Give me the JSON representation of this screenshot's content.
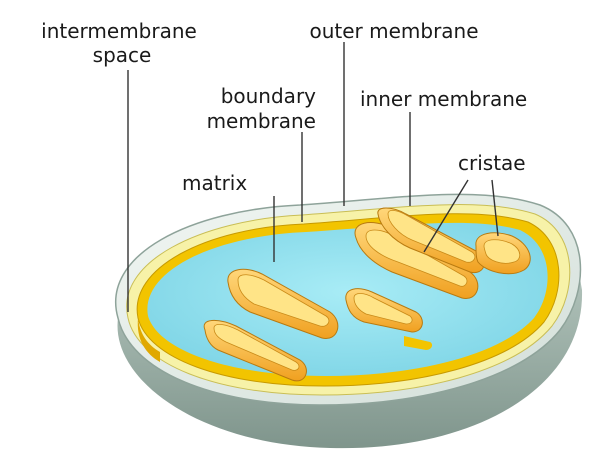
{
  "labels": {
    "intermembrane_space_line1": "intermembrane",
    "intermembrane_space_line2": "space",
    "outer_membrane": "outer membrane",
    "boundary_membrane_line1": "boundary",
    "boundary_membrane_line2": "membrane",
    "inner_membrane": "inner membrane",
    "matrix": "matrix",
    "cristae": "cristae"
  },
  "colors": {
    "outer_shell_top": "#e3ebe7",
    "outer_shell_side": "#a9bcb4",
    "intermembrane": "#f7f2a8",
    "inner_membrane": "#f2c400",
    "matrix": "#8fe1ef",
    "cristae_face": "#f5b531",
    "cristae_light": "#ffe487",
    "leader_line": "#333333"
  }
}
